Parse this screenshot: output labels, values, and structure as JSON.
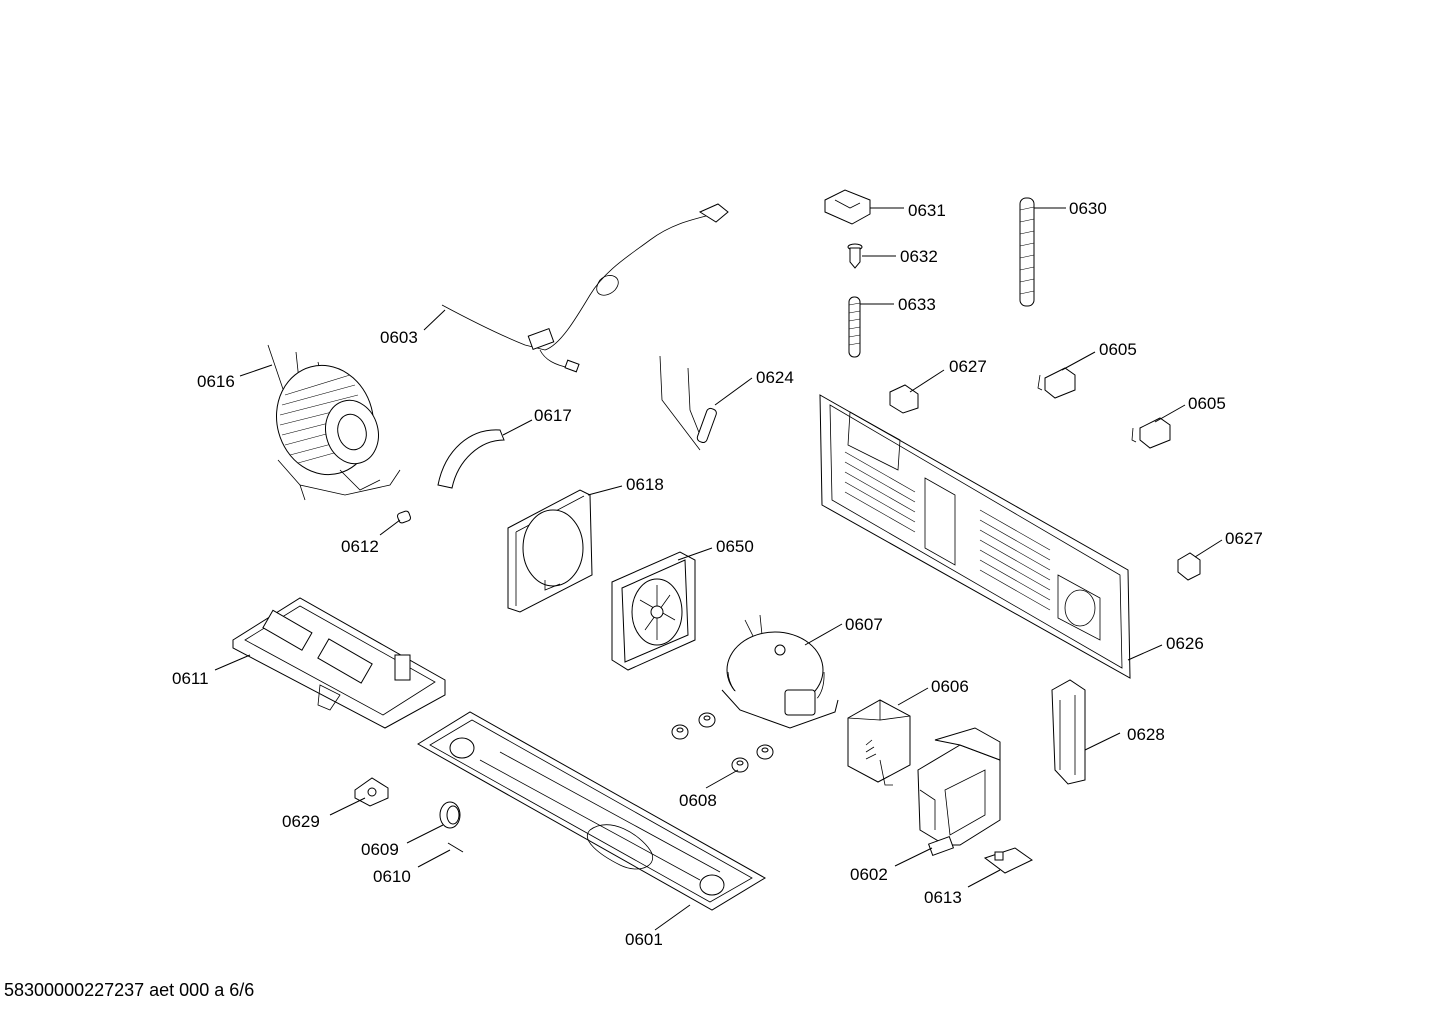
{
  "diagram": {
    "callouts": [
      {
        "id": "0601",
        "text": "0601"
      },
      {
        "id": "0602",
        "text": "0602"
      },
      {
        "id": "0603",
        "text": "0603"
      },
      {
        "id": "0605a",
        "text": "0605"
      },
      {
        "id": "0605b",
        "text": "0605"
      },
      {
        "id": "0606",
        "text": "0606"
      },
      {
        "id": "0607",
        "text": "0607"
      },
      {
        "id": "0608",
        "text": "0608"
      },
      {
        "id": "0609",
        "text": "0609"
      },
      {
        "id": "0610",
        "text": "0610"
      },
      {
        "id": "0611",
        "text": "0611"
      },
      {
        "id": "0612",
        "text": "0612"
      },
      {
        "id": "0613",
        "text": "0613"
      },
      {
        "id": "0616",
        "text": "0616"
      },
      {
        "id": "0617",
        "text": "0617"
      },
      {
        "id": "0618",
        "text": "0618"
      },
      {
        "id": "0624",
        "text": "0624"
      },
      {
        "id": "0626",
        "text": "0626"
      },
      {
        "id": "0627a",
        "text": "0627"
      },
      {
        "id": "0627b",
        "text": "0627"
      },
      {
        "id": "0628",
        "text": "0628"
      },
      {
        "id": "0629",
        "text": "0629"
      },
      {
        "id": "0630",
        "text": "0630"
      },
      {
        "id": "0631",
        "text": "0631"
      },
      {
        "id": "0632",
        "text": "0632"
      },
      {
        "id": "0633",
        "text": "0633"
      },
      {
        "id": "0650",
        "text": "0650"
      }
    ]
  },
  "footer": {
    "text": "58300000227237 aet 000 a 6/6"
  }
}
